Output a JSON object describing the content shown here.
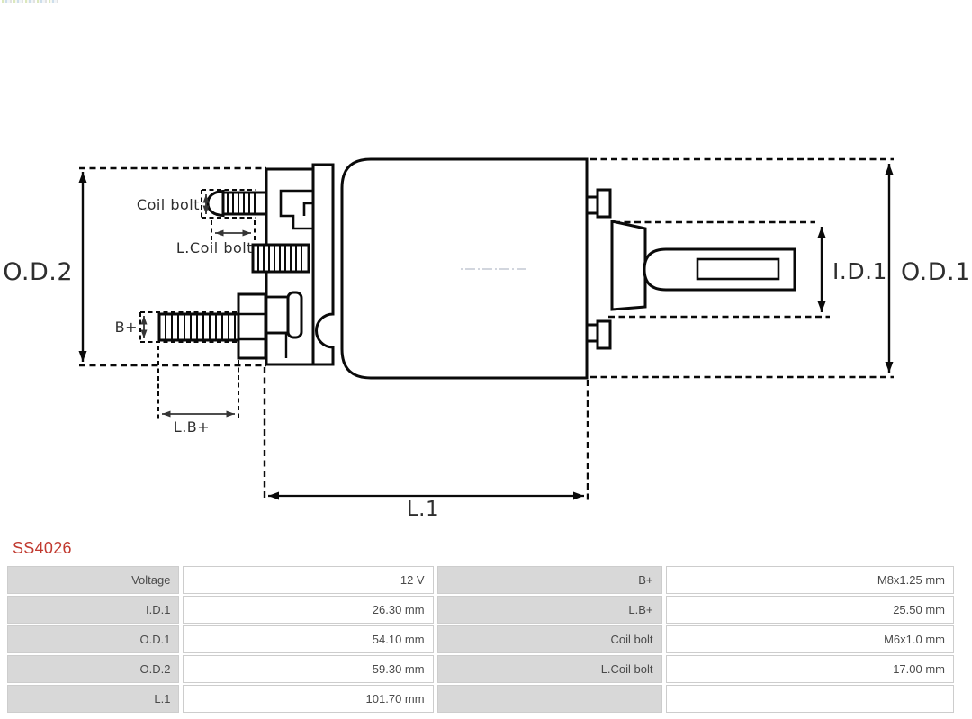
{
  "page": {
    "product_code": "SS4026",
    "accent_color": "#c13a30",
    "table_label_bg": "#d8d8d8",
    "line_color": "#0a0a0a"
  },
  "diagram": {
    "labels": {
      "od2": "O.D.2",
      "od1": "O.D.1",
      "id1": "I.D.1",
      "coil_bolt": "Coil bolt",
      "l_coil_bolt": "L.Coil bolt",
      "b_plus": "B+",
      "l_b_plus": "L.B+",
      "l1": "L.1"
    }
  },
  "spec_table": {
    "rows": [
      {
        "label_left": "Voltage",
        "value_left": "12 V",
        "label_right": "B+",
        "value_right": "M8x1.25 mm"
      },
      {
        "label_left": "I.D.1",
        "value_left": "26.30 mm",
        "label_right": "L.B+",
        "value_right": "25.50 mm"
      },
      {
        "label_left": "O.D.1",
        "value_left": "54.10 mm",
        "label_right": "Coil bolt",
        "value_right": "M6x1.0 mm"
      },
      {
        "label_left": "O.D.2",
        "value_left": "59.30 mm",
        "label_right": "L.Coil bolt",
        "value_right": "17.00 mm"
      },
      {
        "label_left": "L.1",
        "value_left": "101.70 mm",
        "label_right": "",
        "value_right": ""
      }
    ]
  }
}
